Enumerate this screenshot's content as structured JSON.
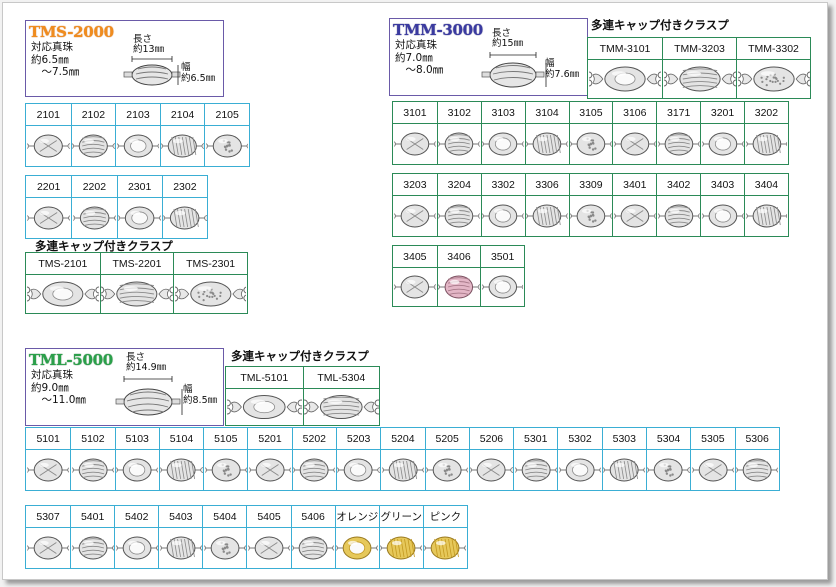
{
  "tms": {
    "title": "TMS-2000",
    "title_color": "#f08c1e",
    "sub": "対応真珠\n約6.5㎜\n　〜7.5㎜",
    "length": "長さ\n約13㎜",
    "width": "幅\n約6.5㎜",
    "row1": [
      "2101",
      "2102",
      "2103",
      "2104",
      "2105"
    ],
    "row2": [
      "2201",
      "2202",
      "2301",
      "2302"
    ],
    "multi_heading": "多連キャップ付きクラスプ",
    "multi": [
      "TMS-2101",
      "TMS-2201",
      "TMS-2301"
    ]
  },
  "tmm": {
    "title": "TMM-3000",
    "title_color": "#3a3aa0",
    "sub": "対応真珠\n約7.0㎜\n　〜8.0㎜",
    "length": "長さ\n約15㎜",
    "width": "幅\n約7.6㎜",
    "multi_heading": "多連キャップ付きクラスプ",
    "multi": [
      "TMM-3101",
      "TMM-3203",
      "TMM-3302"
    ],
    "row1": [
      "3101",
      "3102",
      "3103",
      "3104",
      "3105",
      "3106",
      "3171",
      "3201",
      "3202"
    ],
    "row2": [
      "3203",
      "3204",
      "3302",
      "3306",
      "3309",
      "3401",
      "3402",
      "3403",
      "3404"
    ],
    "row3": [
      "3405",
      "3406",
      "3501"
    ]
  },
  "tml": {
    "title": "TML-5000",
    "title_color": "#2aa04a",
    "sub": "対応真珠\n約9.0㎜\n　〜11.0㎜",
    "length": "長さ\n約14.9㎜",
    "width": "幅\n約8.5㎜",
    "multi_heading": "多連キャップ付きクラスプ",
    "multi": [
      "TML-5101",
      "TML-5304"
    ],
    "row1": [
      "5101",
      "5102",
      "5103",
      "5104",
      "5105",
      "5201",
      "5202",
      "5203",
      "5204",
      "5205",
      "5206",
      "5301",
      "5302",
      "5303",
      "5304",
      "5305",
      "5306"
    ],
    "row2": [
      "5307",
      "5401",
      "5402",
      "5403",
      "5404",
      "5405",
      "5406",
      "オレンジ",
      "グリーン",
      "ピンク"
    ]
  },
  "colors": {
    "teal_border": "#3aaed4",
    "green_border": "#2b8a57",
    "box_border": "#6a5aa8",
    "gold": "#d9b53a",
    "pink": "#d8a6b8"
  }
}
